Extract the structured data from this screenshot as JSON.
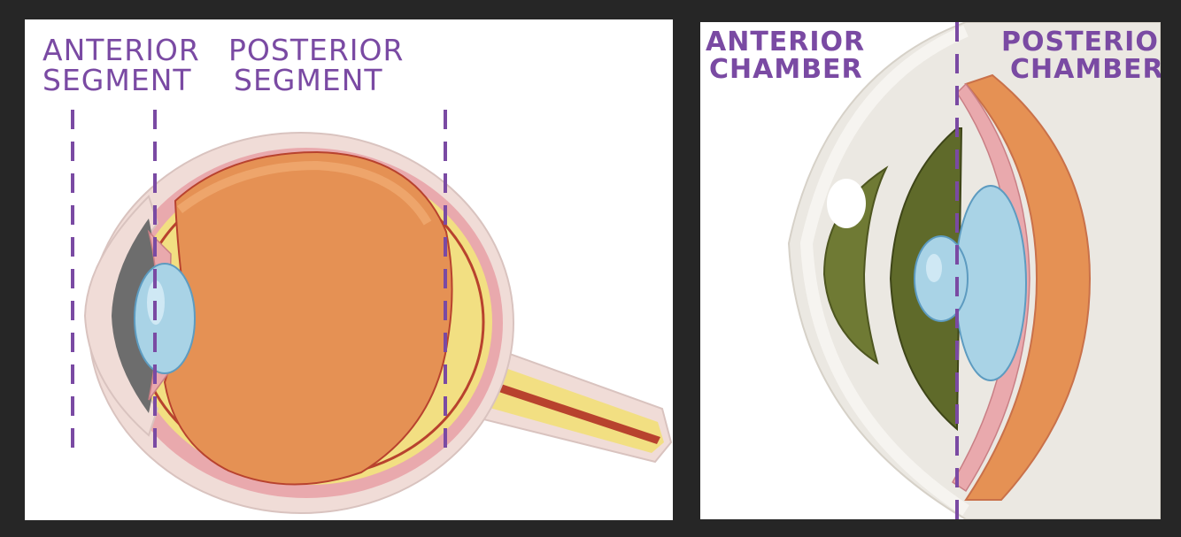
{
  "left_diagram": {
    "anterior_segment": [
      "ANTERIOR",
      "SEGMENT"
    ],
    "posterior_segment": [
      "POSTERIOR",
      "SEGMENT"
    ]
  },
  "right_diagram": {
    "anterior_chamber": [
      "ANTERIOR",
      "CHAMBER"
    ],
    "posterior_chamber": [
      "POSTERIOR",
      "CHAMBER"
    ]
  },
  "colors": {
    "label": "#7a4aa3",
    "divider": "#7a4aa3",
    "vitreous": "#e59154",
    "sclera": "#f0dcd7",
    "choroid": "#e9a9ad",
    "retina": "#f2df82",
    "lens": "#a9d3e6",
    "iris": "#6f7a34",
    "cornea": "#ebe8e2"
  }
}
